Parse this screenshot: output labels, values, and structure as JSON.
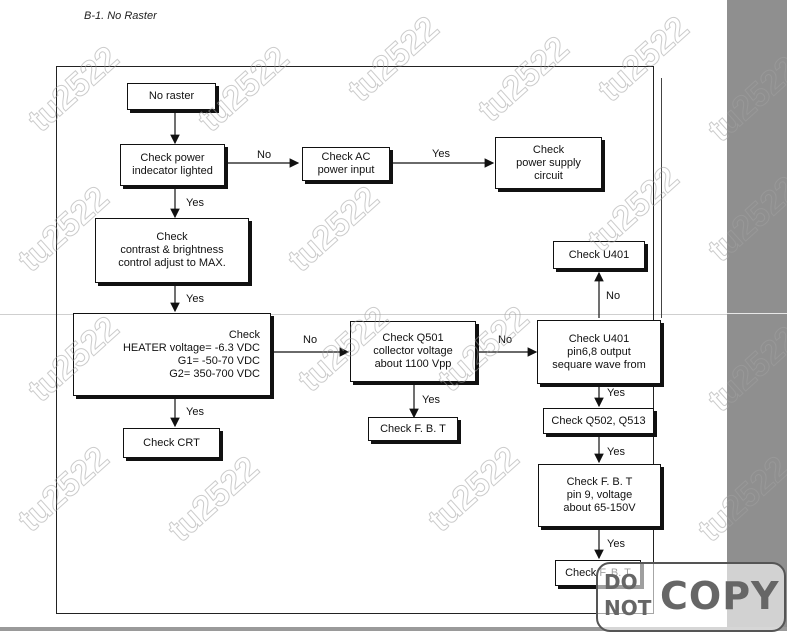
{
  "title": "B-1.   No Raster",
  "boxes": {
    "no_raster": "No raster",
    "check_power_indicator": "Check power\nindecator lighted",
    "check_ac": "Check AC\npower input",
    "check_psu": "Check\npower supply\ncircuit",
    "check_contrast": "Check\ncontrast & brightness\ncontrol adjust to MAX.",
    "check_heater": "Check\nHEATER voltage= -6.3 VDC\nG1= -50-70 VDC\nG2= 350-700 VDC",
    "check_crt": "Check CRT",
    "check_q501": "Check Q501\ncollector voltage\nabout 1100 Vpp",
    "check_fbt_1": "Check F. B. T",
    "check_u401_top": "Check U401",
    "check_u401_pin": "Check U401\npin6,8 output\nsequare wave from",
    "check_q502": "Check Q502, Q513",
    "check_fbt_pin9": "Check F. B. T\npin 9, voltage\nabout 65-150V",
    "check_fbt_2": "Check F. B. T"
  },
  "labels": {
    "no_1": "No",
    "yes_1": "Yes",
    "yes_2": "Yes",
    "yes_3": "Yes",
    "no_2": "No",
    "yes_4": "Yes",
    "no_3": "No",
    "yes_5": "Yes",
    "no_4": "No",
    "yes_6": "Yes",
    "yes_7": "Yes",
    "yes_8": "Yes"
  },
  "watermark": "tu2522",
  "stamp": {
    "line1": "DO",
    "line2": "NOT",
    "line3": "COPY"
  },
  "colors": {
    "background": "#ffffff",
    "band": "#8f8f8f",
    "ink": "#111111"
  }
}
